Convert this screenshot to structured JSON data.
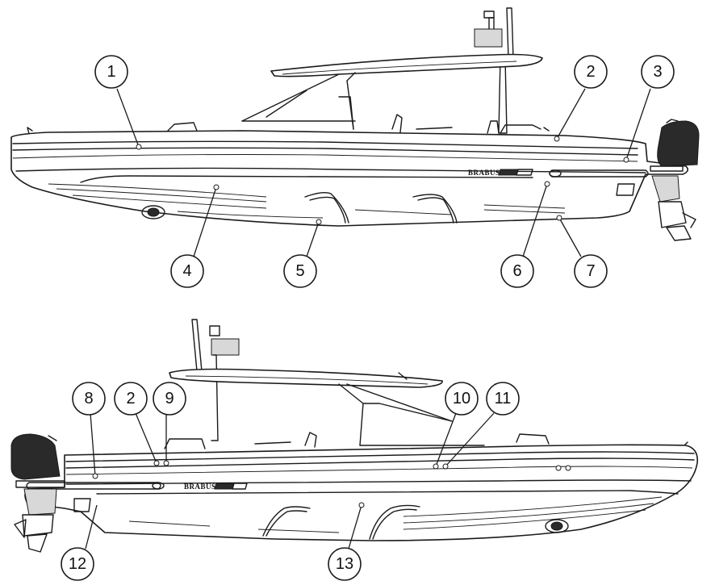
{
  "brand_text": "BRABUS",
  "callouts": {
    "c1": "1",
    "c2a": "2",
    "c3": "3",
    "c4": "4",
    "c5": "5",
    "c6": "6",
    "c7": "7",
    "c8": "8",
    "c2b": "2",
    "c9": "9",
    "c10": "10",
    "c11": "11",
    "c12": "12",
    "c13": "13"
  }
}
